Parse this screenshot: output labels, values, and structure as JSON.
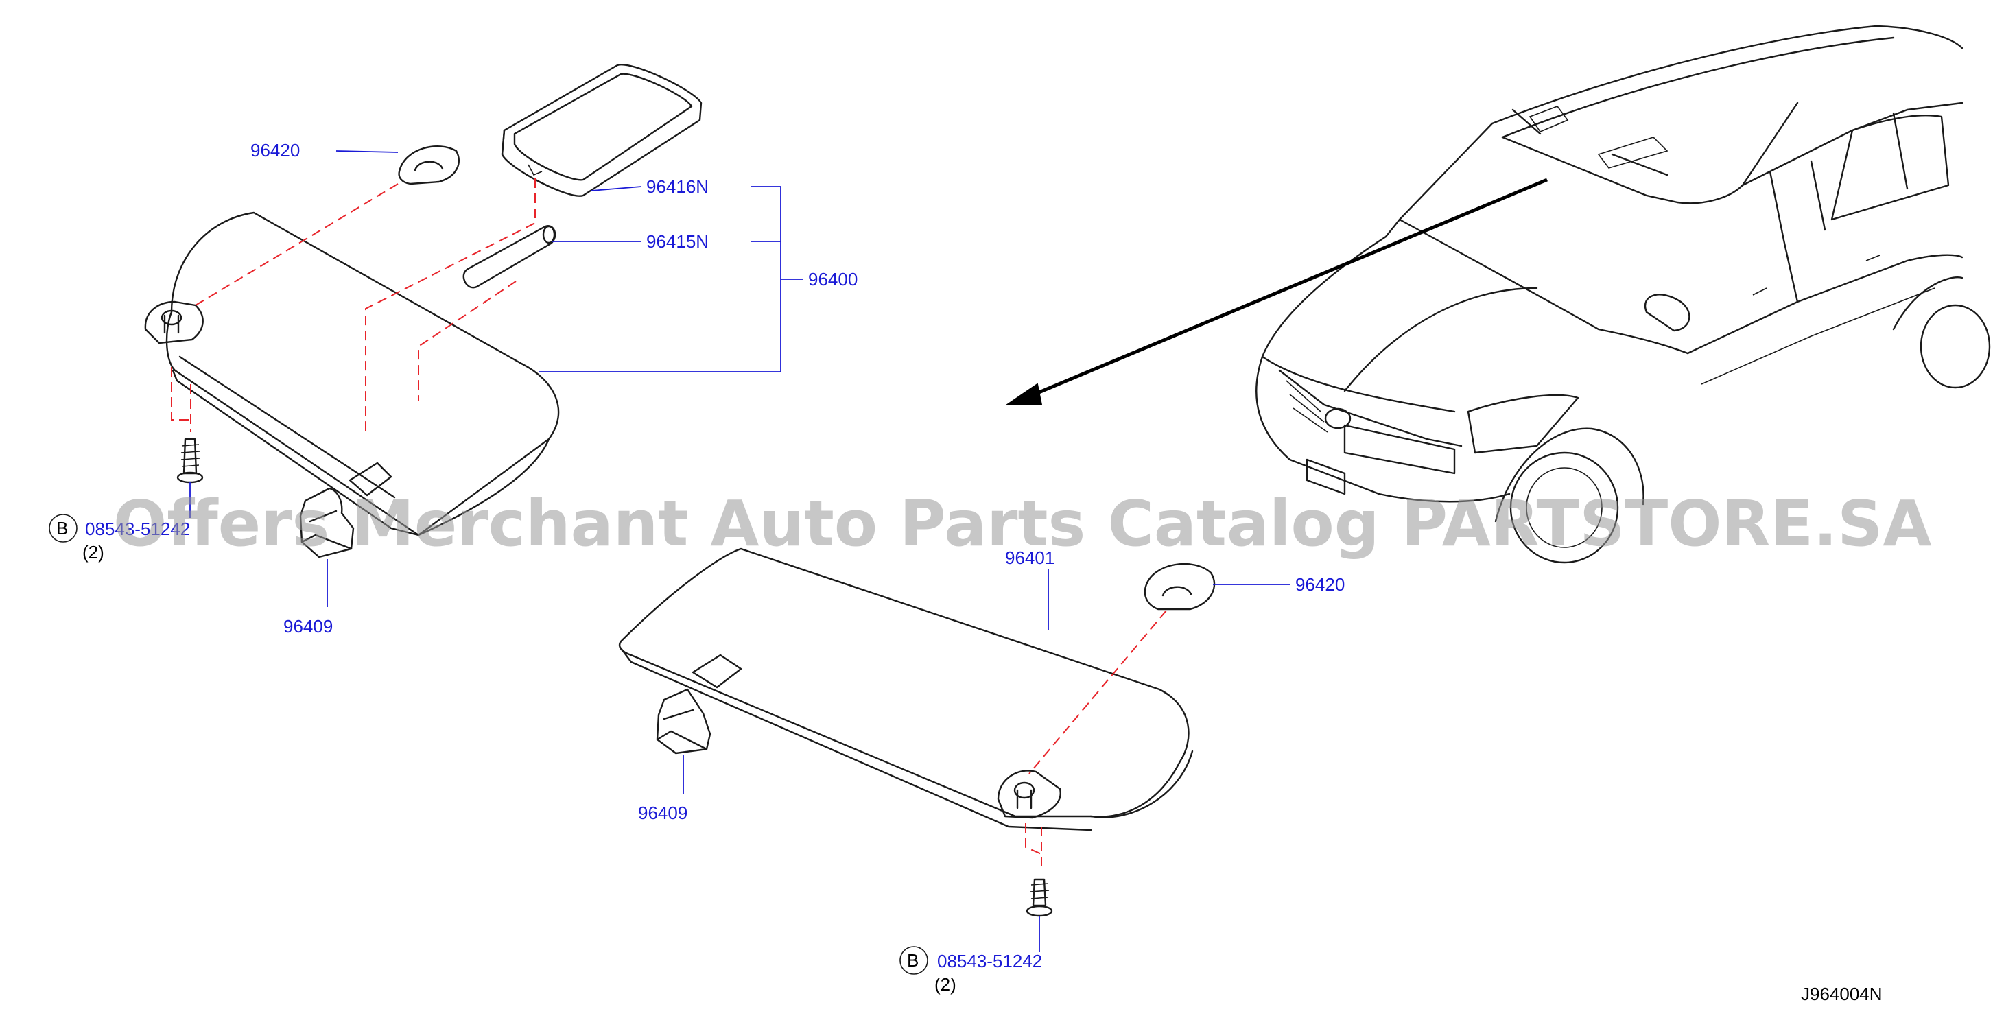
{
  "watermark": "Offers Merchant Auto Parts Catalog PARTSTORE.SA",
  "diagram_code": "J964004N",
  "bolt_marker": "B",
  "parts": {
    "holder_left": "96420",
    "mirror_lid": "96416N",
    "lamp": "96415N",
    "visor_left_assy": "96400",
    "clip_left": "96409",
    "bolt_left": "08543-51242",
    "bolt_left_qty": "(2)",
    "visor_right_assy": "96401",
    "holder_right": "96420",
    "clip_right": "96409",
    "bolt_right": "08543-51242",
    "bolt_right_qty": "(2)"
  },
  "colors": {
    "part_number": "#1a1ad6",
    "leader": "#1a1ad6",
    "phantom": "#e8242a",
    "outline": "#1a1a1a"
  }
}
